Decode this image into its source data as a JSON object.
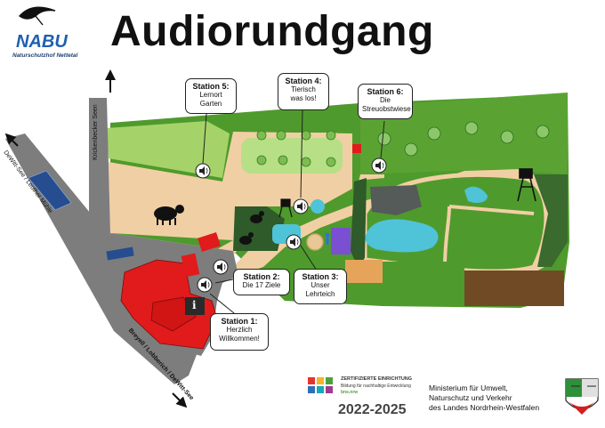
{
  "header": {
    "title": "Audiorundgang",
    "logo_name": "NABU",
    "logo_subtitle": "Naturschutzhof Nettetal"
  },
  "stations": [
    {
      "id": 1,
      "label": "Station 1:",
      "text": [
        "Herzlich",
        "Willkommen!"
      ]
    },
    {
      "id": 2,
      "label": "Station 2:",
      "text": [
        "Die 17 Ziele"
      ]
    },
    {
      "id": 3,
      "label": "Station 3:",
      "text": [
        "Unser",
        "Lehrteich"
      ]
    },
    {
      "id": 4,
      "label": "Station 4:",
      "text": [
        "Tierisch",
        "was los!"
      ]
    },
    {
      "id": 5,
      "label": "Station 5:",
      "text": [
        "Lernort",
        "Garten"
      ]
    },
    {
      "id": 6,
      "label": "Station 6:",
      "text": [
        "Die",
        "Streuobstwiese"
      ]
    }
  ],
  "road_labels": {
    "krickenbecker": "Krickenbecker Seen",
    "dewitt_leuther": "DeWitt-See / Leuther Mühle",
    "breyell": "Breyell / Lobberich / DeWitt-See"
  },
  "info_marker": "i",
  "footer": {
    "certificate_title": "ZERTIFIZIERTE EINRICHTUNG",
    "certificate_subtitle": "Bildung für nachhaltige Entwicklung",
    "certificate_brand": "bne.nrw",
    "certificate_years": "2022-2025",
    "ministry_lines": [
      "Ministerium für Umwelt,",
      "Naturschutz und Verkehr",
      "des Landes Nordrhein-Westfalen"
    ]
  },
  "colors": {
    "grass": "#4f9a2c",
    "grass_light": "#a5d36a",
    "path": "#f1cfa4",
    "road": "#7d7d7d",
    "building": "#e11b1b",
    "forest": "#2f5a29",
    "water": "#4fc3d8",
    "rock": "#555b58",
    "nabu_blue": "#1f5fb0"
  }
}
